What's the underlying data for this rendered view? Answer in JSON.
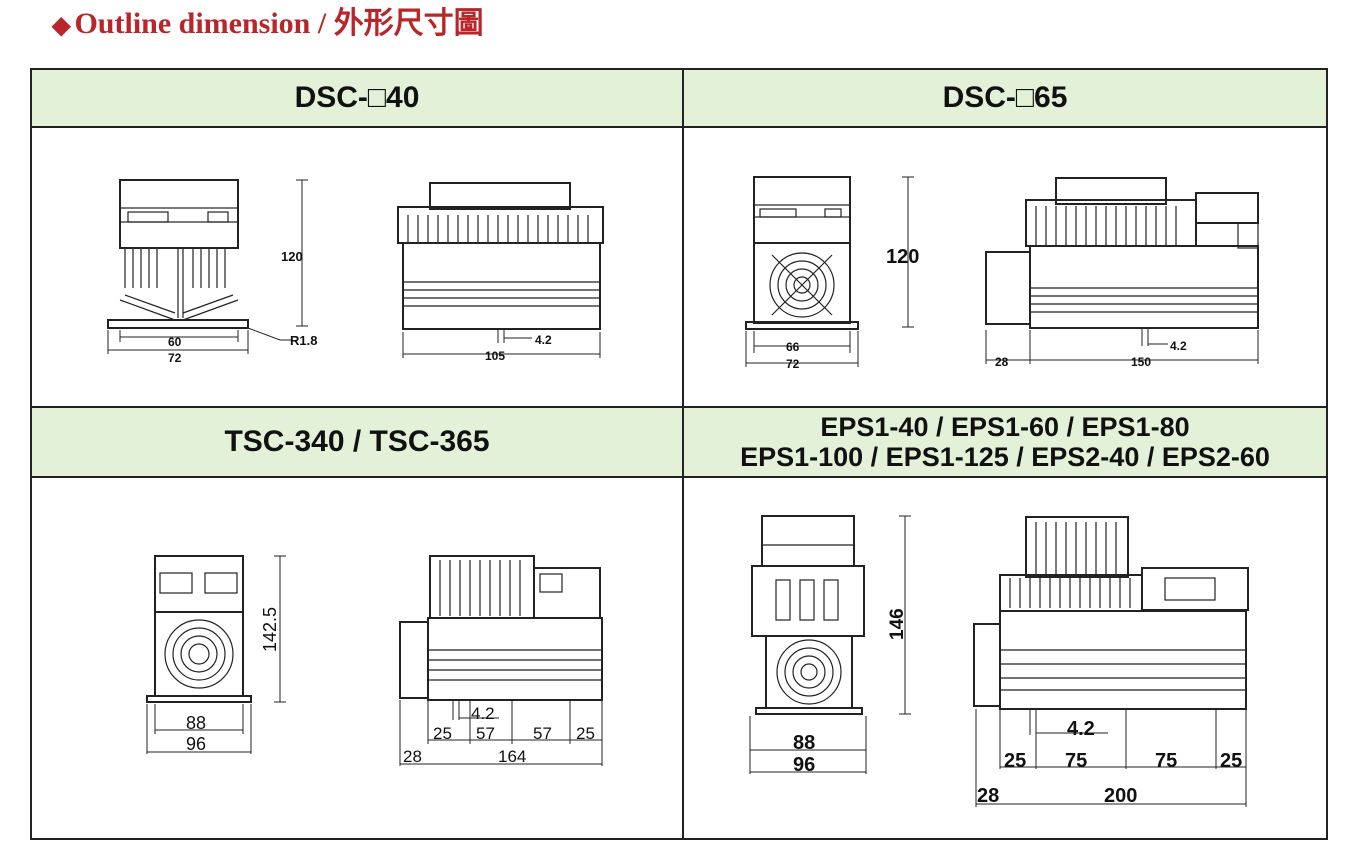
{
  "page": {
    "title": "Outline dimension / 外形尺寸圖",
    "bullet": "◆"
  },
  "cells": [
    {
      "header": [
        "DSC-□40"
      ],
      "front": {
        "height": "120",
        "inner_width": "60",
        "width": "72",
        "radius": "R1.8"
      },
      "side": {
        "hole": "4.2",
        "length": "105"
      }
    },
    {
      "header": [
        "DSC-□65"
      ],
      "front": {
        "height": "120",
        "inner_width": "66",
        "width": "72"
      },
      "side": {
        "hole": "4.2",
        "offset": "28",
        "length": "150"
      }
    },
    {
      "header": [
        "TSC-340 / TSC-365"
      ],
      "front": {
        "height": "142.5",
        "inner_width": "88",
        "width": "96"
      },
      "side": {
        "hole": "4.2",
        "seg_a": "25",
        "seg_b": "57",
        "seg_c": "57",
        "seg_d": "25",
        "offset": "28",
        "length": "164"
      }
    },
    {
      "header": [
        "EPS1-40 / EPS1-60 / EPS1-80",
        "EPS1-100 / EPS1-125 / EPS2-40 / EPS2-60"
      ],
      "front": {
        "height": "146",
        "inner_width": "88",
        "width": "96"
      },
      "side": {
        "hole": "4.2",
        "seg_a": "25",
        "seg_b": "75",
        "seg_c": "75",
        "seg_d": "25",
        "offset": "28",
        "length": "200"
      }
    }
  ]
}
